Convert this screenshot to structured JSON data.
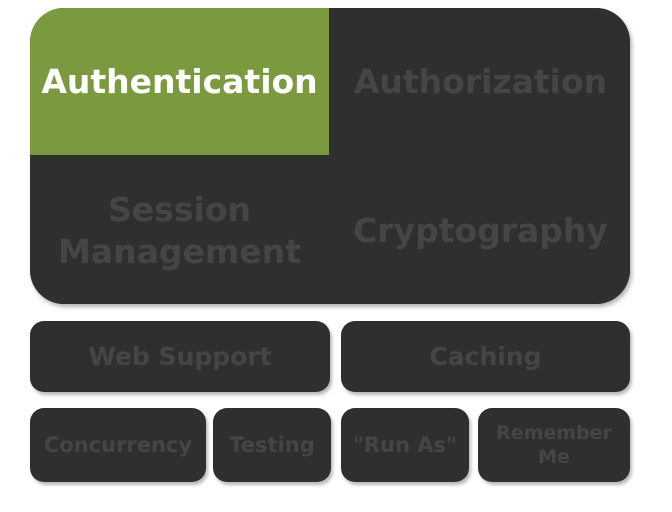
{
  "colors": {
    "accent_green": "#7b9a3f",
    "block_dark": "#2f2f2f",
    "muted_text": "#454545",
    "active_text": "#ffffff"
  },
  "main_grid": {
    "authentication": "Authentication",
    "authorization": "Authorization",
    "session_management_line1": "Session",
    "session_management_line2": "Management",
    "cryptography": "Cryptography"
  },
  "support_row": {
    "web_support": "Web Support",
    "caching": "Caching"
  },
  "bottom_row": {
    "concurrency": "Concurrency",
    "testing": "Testing",
    "run_as": "\"Run As\"",
    "remember_me_line1": "Remember",
    "remember_me_line2": "Me"
  }
}
